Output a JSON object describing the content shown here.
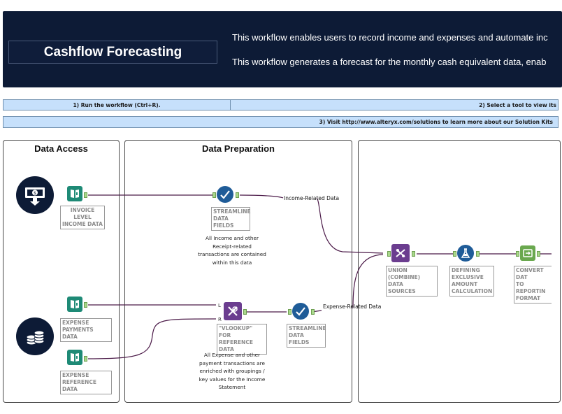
{
  "header": {
    "title": "Cashflow Forecasting",
    "desc1": "This workflow enables users to record income and expenses and automate inc",
    "desc2": "This workflow generates a forecast for the monthly cash equivalent data, enab"
  },
  "instructions": {
    "step1": "1) Run the workflow (Ctrl+R).",
    "step2": "2) Select a tool to view its",
    "step3": "3) Visit http://www.alteryx.com/solutions to learn more about our Solution Kits"
  },
  "containers": {
    "data_access": "Data Access",
    "data_preparation": "Data Preparation"
  },
  "tools": {
    "invoice_input": "INVOICE LEVEL\nINCOME DATA",
    "expense_payments_input": "EXPENSE\nPAYMENTS DATA",
    "expense_reference_input": "EXPENSE\nREFERENCE DATA",
    "streamline_income": "STREAMLINE\nDATA FIELDS",
    "vlookup": "\"VLOOKUP\" FOR\nREFERENCE DATA",
    "streamline_expense": "STREAMLINE\nDATA FIELDS",
    "union": "UNION\n(COMBINE) DATA\nSOURCES",
    "defining": "DEFINING\nEXCLUSIVE\nAMOUNT\nCALCULATION",
    "convert": "CONVERT DAT\nTO REPORTIN\nFORMAT"
  },
  "notes": {
    "income_note": "All Income and other\nReceipt-related\ntransactions are contained\nwithin this data",
    "expense_note": "All Expense and other\npayment transactions are\nenriched with groupings /\nkey values for the Income\nStatement"
  },
  "connections": {
    "income_related": "Income-Related Data",
    "expense_related": "Expense-Related Data"
  },
  "colors": {
    "header_bg": "#0d1b36",
    "bar_bg": "#c6e0fb",
    "connector": "#4b1a48",
    "input_tool": "#1e8a76",
    "preparation_tool": "#1f5c98",
    "join_tool": "#6b3d8f",
    "formula_tool": "#1f5c98",
    "convert_tool": "#6aa84f"
  },
  "icons": {
    "money_icon": "money-download-icon",
    "coins_icon": "coins-stack-icon",
    "book_icon": "book-input-icon",
    "check_icon": "checkmark-select-icon",
    "join_icon": "join-icon",
    "flask_icon": "flask-formula-icon",
    "convert_icon": "convert-icon",
    "union_icon": "union-icon"
  }
}
